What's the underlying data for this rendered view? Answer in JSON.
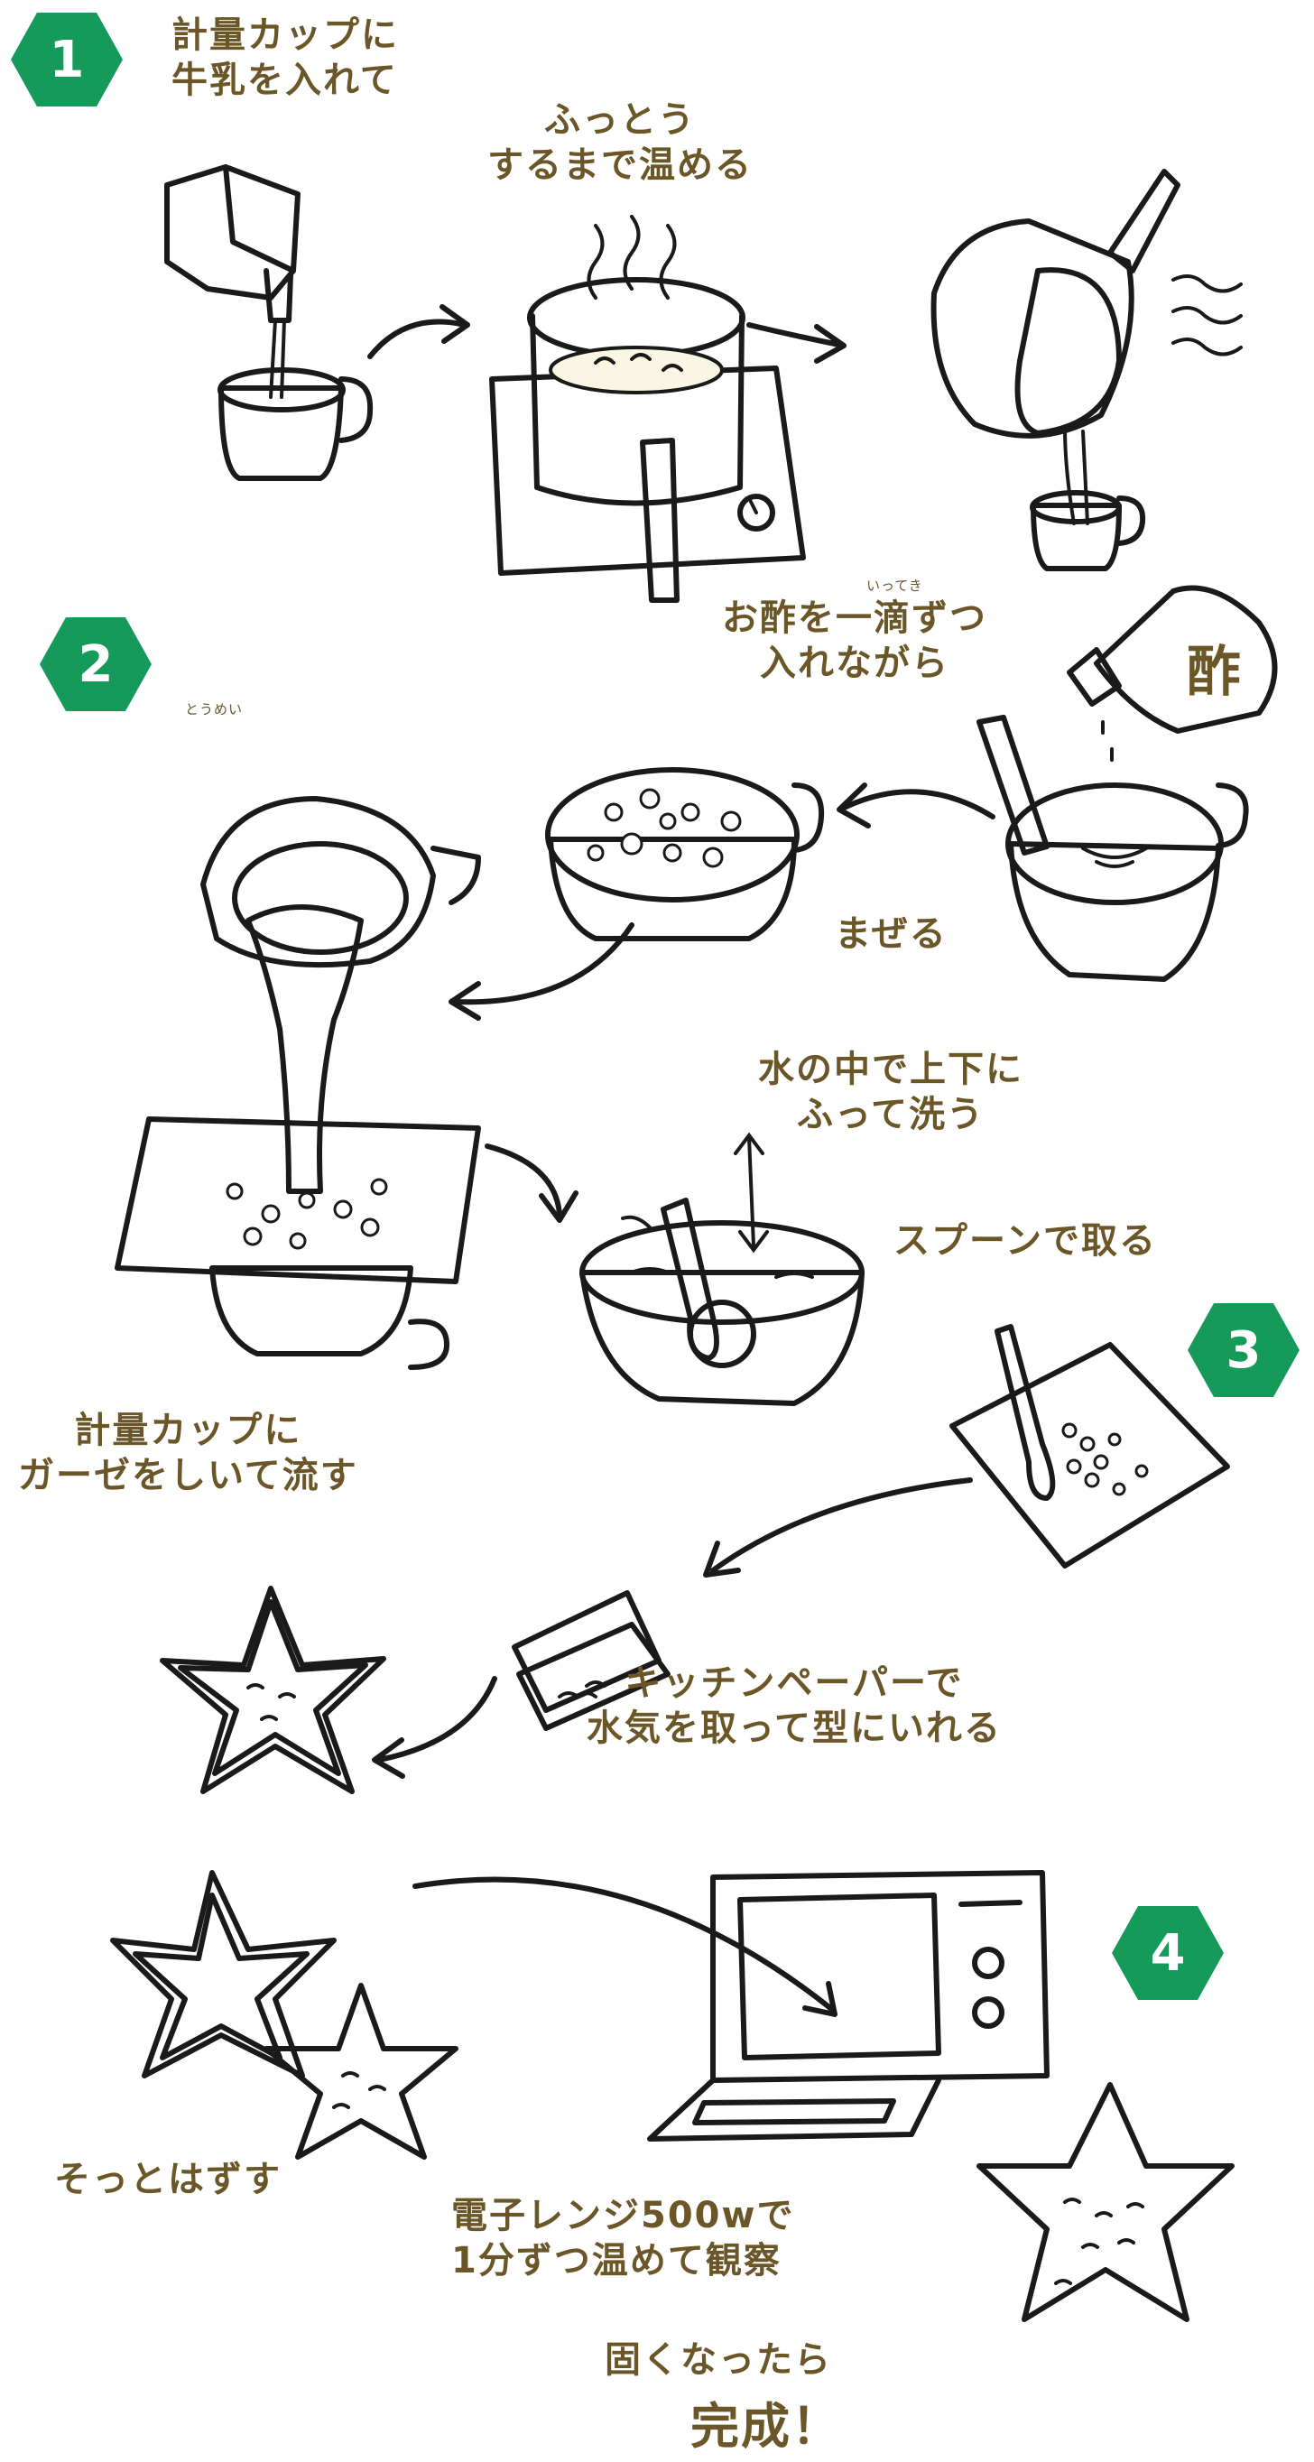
{
  "colors": {
    "badge": "#159a5a",
    "text": "#6b5628",
    "pot": "#a7a7a7",
    "handle": "#7a3f8c",
    "stove": "#f2e45a",
    "water": "#bfe3f4",
    "milk": "#fbf6e4",
    "star_mold": "#f2e45a",
    "star_cheese": "#f7f1d4"
  },
  "steps": [
    {
      "number": "1"
    },
    {
      "number": "2"
    },
    {
      "number": "3"
    },
    {
      "number": "4"
    }
  ],
  "labels": {
    "s1_measure": "計量カップに\n牛乳を入れて",
    "s1_heat": "ふっとう\nするまで温める",
    "s2_ruby_drop": "いってき",
    "s2_vinegar": "お酢を一滴ずつ\n入れながら",
    "s2_ruby_clear": "とうめい",
    "s2_mix": "まぜる",
    "s2_wash": "水の中で上下に\nふって洗う",
    "s2_spoon": "スプーンで取る",
    "s2_gauze": "計量カップに\nガーゼをしいて流す",
    "s3_paper": "キッチンペーパーで\n水気を取って型にいれる",
    "s4_remove": "そっとはずす",
    "s4_microwave": "電子レンジ500wで\n1分ずつ温めて観察",
    "s4_hard": "固くなったら",
    "s4_done": "完成！"
  }
}
